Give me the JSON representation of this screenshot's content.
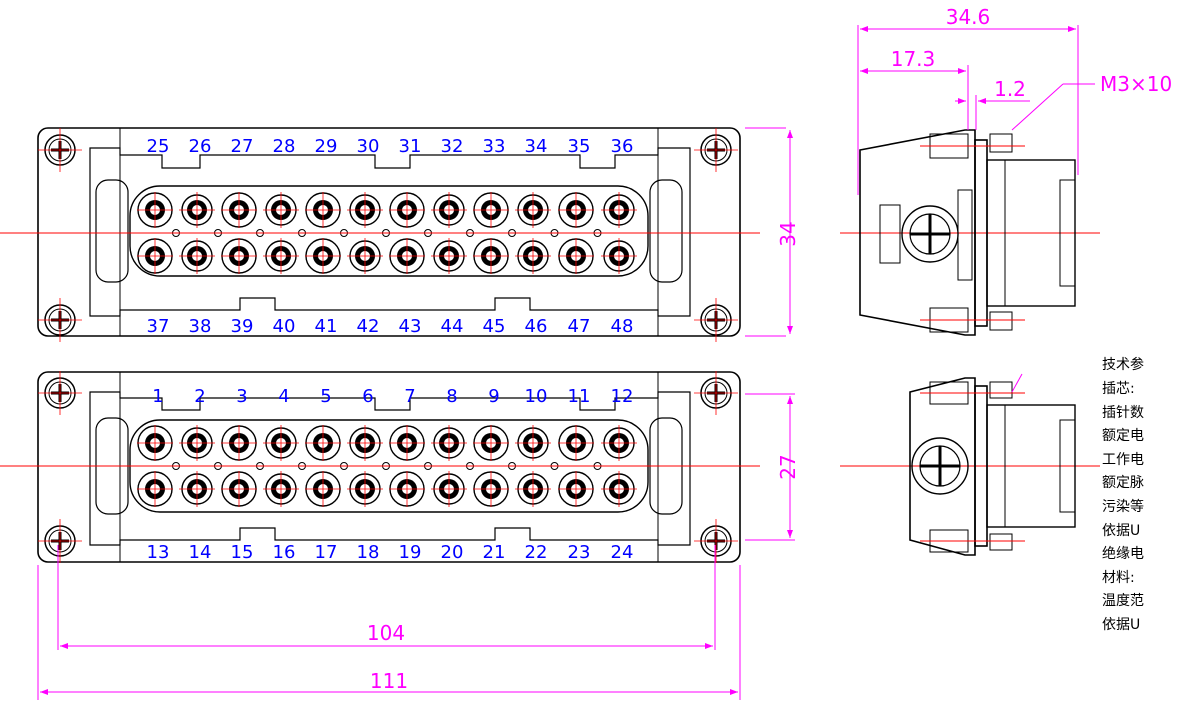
{
  "top_view": {
    "pin_labels_top": [
      "25",
      "26",
      "27",
      "28",
      "29",
      "30",
      "31",
      "32",
      "33",
      "34",
      "35",
      "36"
    ],
    "pin_labels_bottom": [
      "37",
      "38",
      "39",
      "40",
      "41",
      "42",
      "43",
      "44",
      "45",
      "46",
      "47",
      "48"
    ],
    "height_dim": "34"
  },
  "bottom_view": {
    "pin_labels_top": [
      "1",
      "2",
      "3",
      "4",
      "5",
      "6",
      "7",
      "8",
      "9",
      "10",
      "11",
      "12"
    ],
    "pin_labels_bottom": [
      "13",
      "14",
      "15",
      "16",
      "17",
      "18",
      "19",
      "20",
      "21",
      "22",
      "23",
      "24"
    ],
    "height_dim": "27"
  },
  "dimensions": {
    "width_holes": "104",
    "width_total": "111",
    "side_total": "34.6",
    "side_half": "17.3",
    "side_small": "1.2",
    "screw": "M3×10"
  },
  "specs": {
    "title": "技术参",
    "lines": [
      "插芯:",
      "插针数",
      "额定电",
      "工作电",
      "额定脉",
      "污染等",
      "依据U",
      "绝缘电",
      "材料:",
      "温度范",
      "依据U"
    ]
  },
  "colors": {
    "outline": "#000000",
    "dimension": "#ff00ff",
    "centerline": "#ff0000",
    "label": "#0000ff"
  }
}
